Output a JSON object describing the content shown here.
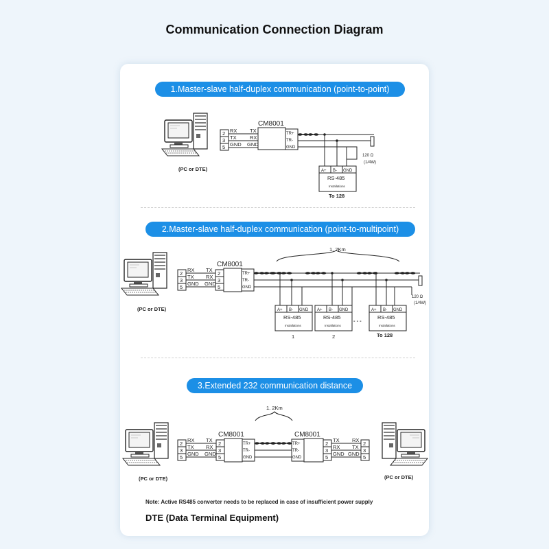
{
  "title": "Communication Connection Diagram",
  "accent_color": "#1c8fe6",
  "sections": [
    {
      "title": "1.Master-slave half-duplex communication (point-to-point)"
    },
    {
      "title": "2.Master-slave half-duplex communication (point-to-multipoint)"
    },
    {
      "title": "3.Extended 232 communication distance"
    }
  ],
  "labels": {
    "device": "CM8001",
    "pc": "(PC or DTE)",
    "rx": "RX",
    "tx": "TX",
    "gnd": "GND",
    "pin2": "2",
    "pin3": "3",
    "pin5": "5",
    "trp": "TR+",
    "trm": "TR-",
    "a": "A+",
    "b": "B-",
    "rs485": "RS-485",
    "installations": "Installations",
    "to128": "To 128",
    "resistor": "120 Ω",
    "resistor_power": "(1/4W)",
    "distance": "1. 2Km",
    "node1": "1",
    "node2": "2",
    "dashes": "- - -"
  },
  "footer": {
    "note": "Note: Active RS485 converter needs to be replaced in case of insufficient power supply",
    "dte": "DTE (Data Terminal Equipment)"
  }
}
